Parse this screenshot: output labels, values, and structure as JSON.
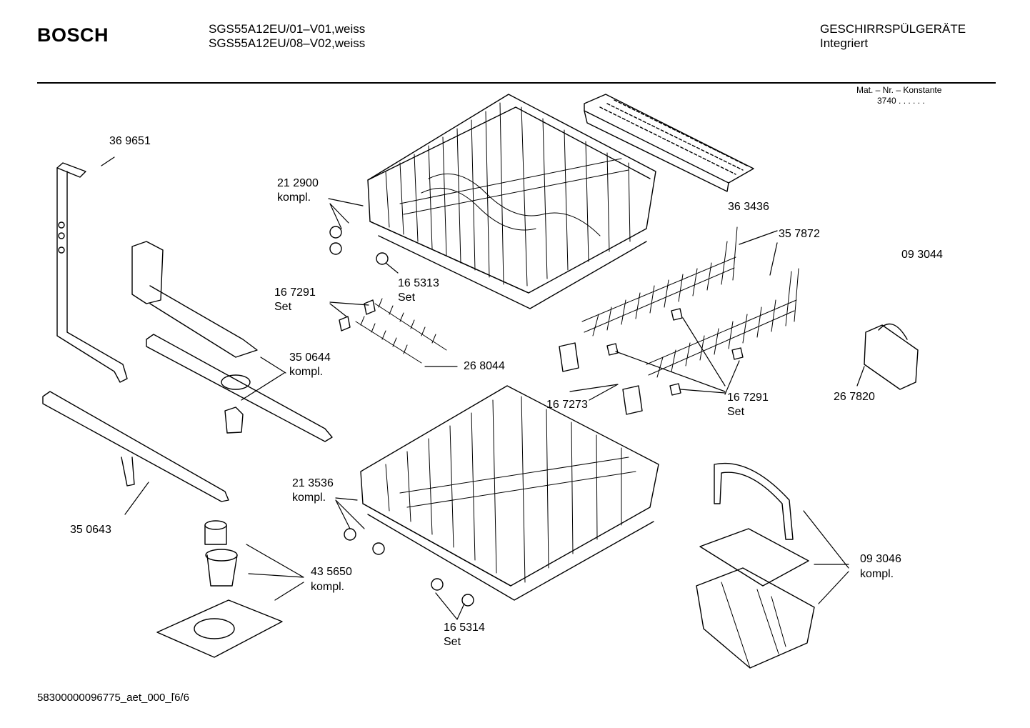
{
  "header": {
    "brand": "BOSCH",
    "models": [
      "SGS55A12EU/01–V01,weiss",
      "SGS55A12EU/08–V02,weiss"
    ],
    "category": "GESCHIRRSPÜLGERÄTE",
    "subcategory": "Integriert",
    "mat_label": "Mat. – Nr. – Konstante",
    "mat_value": "3740 .  .  .  .  .  ."
  },
  "parts": {
    "p369651": "36 9651",
    "p212900": "21 2900",
    "p212900_sub": "kompl.",
    "p363436": "36 3436",
    "p357872": "35 7872",
    "p093044": "09 3044",
    "p165313": "16 5313",
    "p165313_sub": "Set",
    "p167291a": "16 7291",
    "p167291a_sub": "Set",
    "p350644": "35 0644",
    "p350644_sub": "kompl.",
    "p268044": "26 8044",
    "p167273": "16 7273",
    "p167291b": "16 7291",
    "p167291b_sub": "Set",
    "p267820": "26 7820",
    "p213536": "21 3536",
    "p213536_sub": "kompl.",
    "p350643": "35 0643",
    "p435650": "43 5650",
    "p435650_sub": "kompl.",
    "p093046": "09 3046",
    "p093046_sub": "kompl.",
    "p165314": "16 5314",
    "p165314_sub": "Set"
  },
  "footer": {
    "doc_id": "58300000096775_aet_000_ľ6/6"
  }
}
